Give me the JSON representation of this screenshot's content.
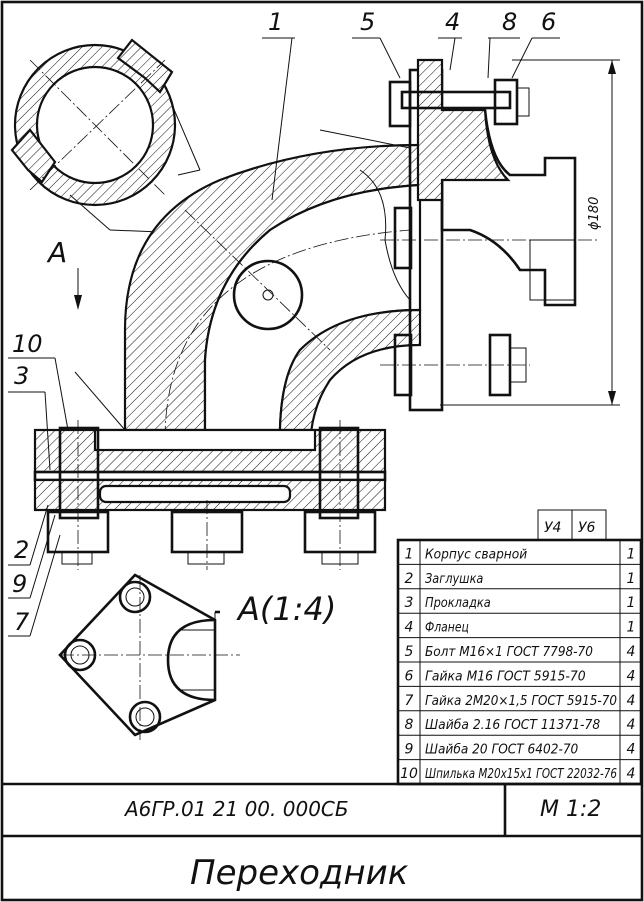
{
  "view_label": "A",
  "view_title": "A(1:4)",
  "dimension": "ϕ180",
  "callouts": [
    {
      "id": "c1",
      "text": "1"
    },
    {
      "id": "c5",
      "text": "5"
    },
    {
      "id": "c4",
      "text": "4"
    },
    {
      "id": "c8",
      "text": "8"
    },
    {
      "id": "c6",
      "text": "6"
    },
    {
      "id": "c10",
      "text": "10"
    },
    {
      "id": "c3",
      "text": "3"
    },
    {
      "id": "c2",
      "text": "2"
    },
    {
      "id": "c9",
      "text": "9"
    },
    {
      "id": "c7",
      "text": "7"
    }
  ],
  "spec_header": [
    "У4",
    "У6"
  ],
  "spec_rows": [
    {
      "pos": "1",
      "name": "Корпус сварной",
      "qty": "1"
    },
    {
      "pos": "2",
      "name": "Заглушка",
      "qty": "1"
    },
    {
      "pos": "3",
      "name": "Прокладка",
      "qty": "1"
    },
    {
      "pos": "4",
      "name": "Фланец",
      "qty": "1"
    },
    {
      "pos": "5",
      "name": "Болт М16×1 ГОСТ 7798-70",
      "qty": "4"
    },
    {
      "pos": "6",
      "name": "Гайка М16 ГОСТ 5915-70",
      "qty": "4"
    },
    {
      "pos": "7",
      "name": "Гайка 2М20×1,5 ГОСТ 5915-70",
      "qty": "4"
    },
    {
      "pos": "8",
      "name": "Шайба 2.16 ГОСТ 11371-78",
      "qty": "4"
    },
    {
      "pos": "9",
      "name": "Шайба 20 ГОСТ 6402-70",
      "qty": "4"
    },
    {
      "pos": "10",
      "name": "Шпилька М20х15х1 ГОСТ 22032-76",
      "qty": "4"
    }
  ],
  "title_block": {
    "code": "А6ГР.01 21 00. 000СБ",
    "scale": "М  1:2",
    "name": "Переходник"
  }
}
